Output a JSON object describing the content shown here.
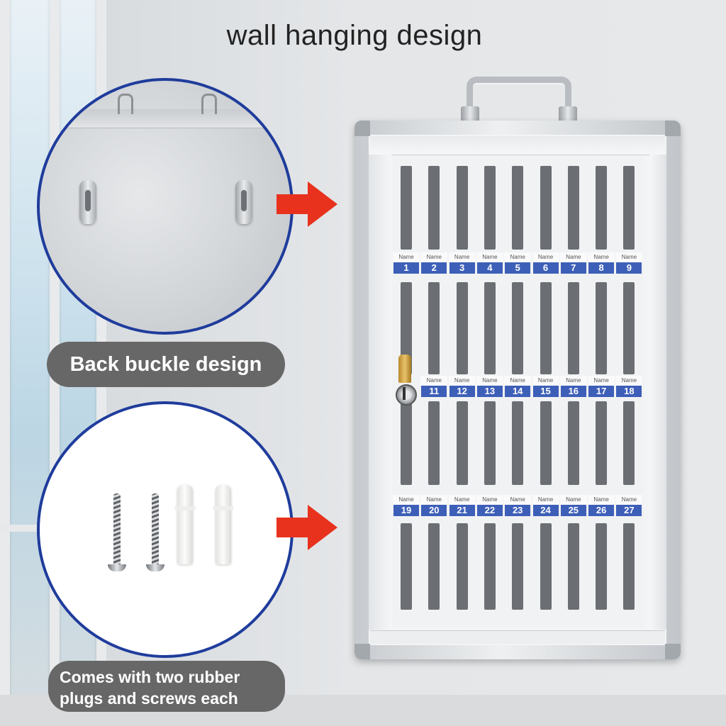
{
  "headline": "wall hanging design",
  "captions": {
    "back_buckle": "Back buckle design",
    "accessories_line1": "Comes with two rubber",
    "accessories_line2": "plugs and screws each"
  },
  "cabinet": {
    "name_label": "Name",
    "row1_numbers": [
      "1",
      "2",
      "3",
      "4",
      "5",
      "6",
      "7",
      "8",
      "9"
    ],
    "row2_numbers": [
      "11",
      "12",
      "13",
      "14",
      "15",
      "16",
      "17",
      "18"
    ],
    "row3_numbers": [
      "19",
      "20",
      "21",
      "22",
      "23",
      "24",
      "25",
      "26",
      "27"
    ]
  },
  "colors": {
    "arrow": "#e8321e",
    "circle_border": "#1f3c9c",
    "caption_bg": "#676767",
    "number_tag": "#3d5fb8"
  }
}
